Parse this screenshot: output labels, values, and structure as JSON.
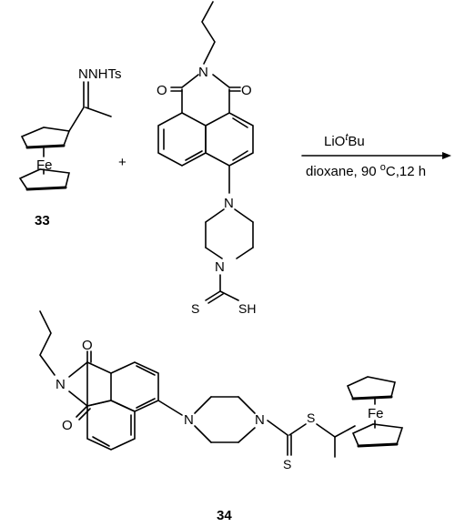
{
  "reactant1": {
    "label": "33",
    "substituent": "NNHTs",
    "metal": "Fe"
  },
  "plus": "+",
  "reactant2": {
    "oxygen_left": "O",
    "nitrogen_imide": "N",
    "oxygen_right": "O",
    "nitrogen_pip_top": "N",
    "nitrogen_pip_bottom": "N",
    "sulfur_double": "S",
    "thiol": "SH"
  },
  "reaction": {
    "reagent_prefix": "LiO",
    "reagent_sup": "t",
    "reagent_suffix": "Bu",
    "conditions_prefix": "dioxane, 90 ",
    "conditions_sup": "o",
    "conditions_suffix": "C,12  h"
  },
  "product": {
    "label": "34",
    "oxygen_top": "O",
    "nitrogen_imide": "N",
    "oxygen_bottom": "O",
    "nitrogen_pip_left": "N",
    "nitrogen_pip_right": "N",
    "sulfur_thioether": "S",
    "sulfur_double": "S",
    "metal": "Fe"
  }
}
